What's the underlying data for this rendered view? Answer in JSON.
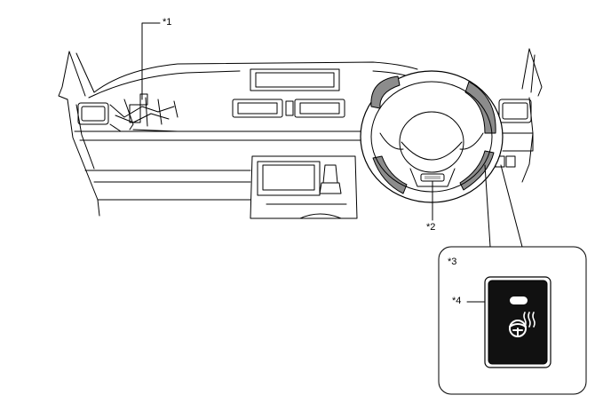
{
  "callouts": {
    "c1": "*1",
    "c2": "*2",
    "c3": "*3",
    "c4": "*4"
  },
  "icons": {
    "switch": "heated-steering-wheel-icon",
    "indicator": "indicator-light-icon"
  },
  "colors": {
    "line": "#000000",
    "wheel_grip": "#8c8c8c",
    "switch_face": "#111111",
    "switch_symbol": "#ffffff"
  }
}
